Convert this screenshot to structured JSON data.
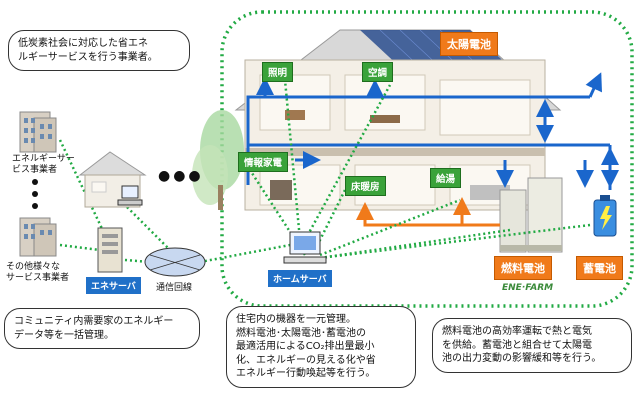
{
  "labels": {
    "solar": "太陽電池",
    "lighting": "照明",
    "aircon": "空調",
    "appliances": "情報家電",
    "floor_heating": "床暖房",
    "hot_water": "給湯",
    "fuel_cell": "燃料電池",
    "storage_battery": "蓄電池",
    "home_server": "ホームサーバ",
    "energy_server": "エネサーバ",
    "network": "通信回線",
    "energy_provider": [
      "エネルギーサー",
      "ビス事業者"
    ],
    "other_provider": [
      "その他様々な",
      "サービス事業者"
    ],
    "ellipsis": "●●●",
    "logo": "ENE·FARM"
  },
  "bubbles": {
    "top_left": [
      "低炭素社会に対応した省エネ",
      "ルギーサービスを行う事業者。"
    ],
    "bottom_left": [
      "コミュニティ内需要家のエネルギー",
      "データ等を一括管理。"
    ],
    "bottom_center": [
      "住宅内の機器を一元管理。",
      "燃料電池･太陽電池･蓄電池の",
      "最適活用によるCO₂排出量最小",
      "化、エネルギーの見える化や省",
      "エネルギー行動喚起等を行う。"
    ],
    "bottom_right": [
      "燃料電池の高効率運転で熱と電気",
      "を供給。蓄電池と組合せて太陽電",
      "池の出力変動の影響緩和等を行う。"
    ]
  },
  "colors": {
    "network_line": "#22aa44",
    "power_line": "#1a66cc",
    "heat_line": "#f07a1a"
  }
}
